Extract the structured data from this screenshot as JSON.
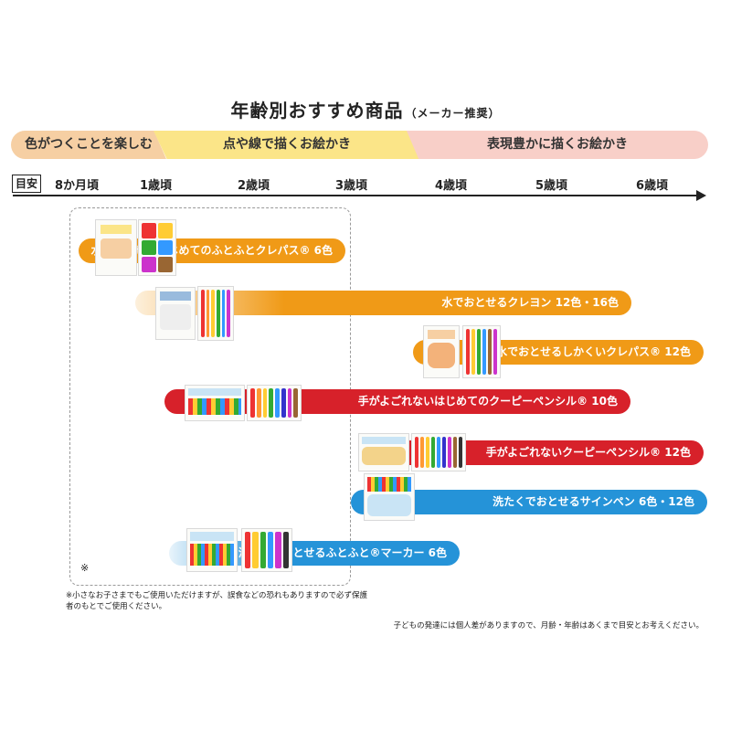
{
  "title": "年齢別おすすめ商品",
  "subtitle": "（メーカー推奨）",
  "phases": [
    "色がつくことを楽しむ",
    "点や線で描くお絵かき",
    "表現豊かに描くお絵かき"
  ],
  "axis": {
    "label": "目安",
    "ages": [
      "8か月頃",
      "1歳頃",
      "2歳頃",
      "3歳頃",
      "4歳頃",
      "5歳頃",
      "6歳頃"
    ]
  },
  "products": [
    "水でおとせるはじめてのふとふとクレパス® 6色",
    "水でおとせるクレヨン 12色・16色",
    "水でおとせるしかくいクレパス® 12色",
    "手がよごれないはじめてのクーピーペンシル® 10色",
    "手がよごれないクーピーペンシル® 12色",
    "洗たくでおとせるサインペン 6色・12色",
    "洗たくでおとせるふとふと®マーカー 6色"
  ],
  "colors": {
    "orange": "#f09a17",
    "red": "#d7212a",
    "blue": "#2593d8"
  },
  "kome": "※",
  "notes": {
    "left": "※小さなお子さまでもご使用いただけますが、誤食などの恐れもありますので必ず保護者のもとでご使用ください。",
    "right": "子どもの発達には個人差がありますので、月齢・年齢はあくまで目安とお考えください。"
  }
}
